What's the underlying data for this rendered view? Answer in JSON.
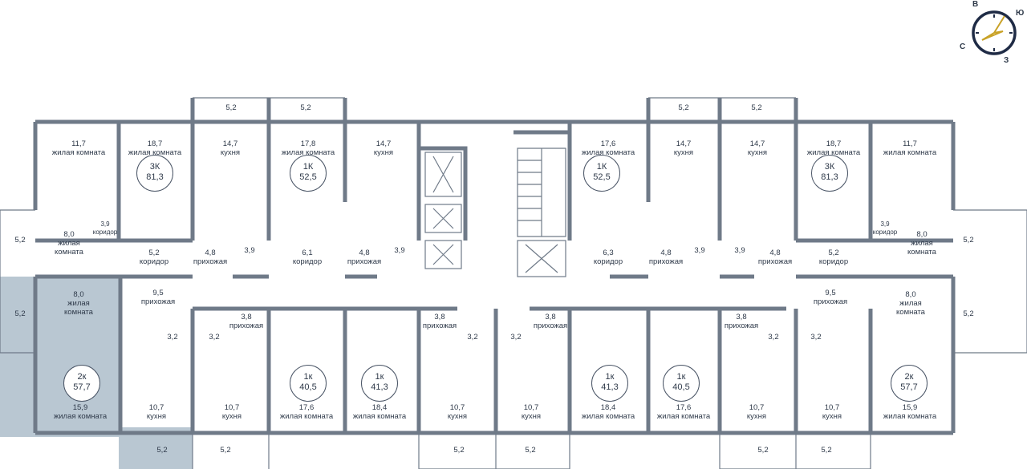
{
  "compass": {
    "north": "В",
    "east": "Ю",
    "west": "С",
    "south": "З"
  },
  "colors": {
    "wall": "#6f7a88",
    "highlight": "#b9c7d2",
    "line": "#6f7a88",
    "accent": "#c9a227",
    "navy": "#1f2b45"
  },
  "units": [
    {
      "type": "3К",
      "area": "81,3"
    },
    {
      "type": "1К",
      "area": "52,5"
    },
    {
      "type": "1К",
      "area": "52,5"
    },
    {
      "type": "3К",
      "area": "81,3"
    },
    {
      "type": "2к",
      "area": "57,7"
    },
    {
      "type": "1к",
      "area": "40,5"
    },
    {
      "type": "1к",
      "area": "41,3"
    },
    {
      "type": "1к",
      "area": "41,3"
    },
    {
      "type": "1к",
      "area": "40,5"
    },
    {
      "type": "2к",
      "area": "57,7"
    }
  ],
  "rooms": [
    {
      "area": "5,2",
      "name": ""
    },
    {
      "area": "5,2",
      "name": ""
    },
    {
      "area": "5,2",
      "name": ""
    },
    {
      "area": "5,2",
      "name": ""
    },
    {
      "area": "11,7",
      "name": "жилая комната"
    },
    {
      "area": "18,7",
      "name": "жилая комната"
    },
    {
      "area": "14,7",
      "name": "кухня"
    },
    {
      "area": "17,8",
      "name": "жилая комната"
    },
    {
      "area": "14,7",
      "name": "кухня"
    },
    {
      "area": "17,6",
      "name": "жилая комната"
    },
    {
      "area": "14,7",
      "name": "кухня"
    },
    {
      "area": "14,7",
      "name": "кухня"
    },
    {
      "area": "18,7",
      "name": "жилая комната"
    },
    {
      "area": "11,7",
      "name": "жилая комната"
    },
    {
      "area": "5,2",
      "name": ""
    },
    {
      "area": "8,0",
      "name": "жилая комната"
    },
    {
      "area": "3,9",
      "name": "коридор"
    },
    {
      "area": "5,2",
      "name": "коридор"
    },
    {
      "area": "4,8",
      "name": "прихожая"
    },
    {
      "area": "3,9",
      "name": ""
    },
    {
      "area": "6,1",
      "name": "коридор"
    },
    {
      "area": "4,8",
      "name": "прихожая"
    },
    {
      "area": "3,9",
      "name": ""
    },
    {
      "area": "6,3",
      "name": "коридор"
    },
    {
      "area": "4,8",
      "name": "прихожая"
    },
    {
      "area": "3,9",
      "name": ""
    },
    {
      "area": "3,9",
      "name": ""
    },
    {
      "area": "4,8",
      "name": "прихожая"
    },
    {
      "area": "5,2",
      "name": "коридор"
    },
    {
      "area": "3,9",
      "name": "коридор"
    },
    {
      "area": "8,0",
      "name": "жилая комната"
    },
    {
      "area": "5,2",
      "name": ""
    },
    {
      "area": "8,0",
      "name": "жилая комната"
    },
    {
      "area": "9,5",
      "name": "прихожая"
    },
    {
      "area": "5,2",
      "name": ""
    },
    {
      "area": "3,8",
      "name": "прихожая"
    },
    {
      "area": "3,2",
      "name": ""
    },
    {
      "area": "3,2",
      "name": ""
    },
    {
      "area": "3,8",
      "name": "прихожая"
    },
    {
      "area": "3,2",
      "name": ""
    },
    {
      "area": "3,2",
      "name": ""
    },
    {
      "area": "3,8",
      "name": "прихожая"
    },
    {
      "area": "3,8",
      "name": "прихожая"
    },
    {
      "area": "3,2",
      "name": ""
    },
    {
      "area": "3,2",
      "name": ""
    },
    {
      "area": "9,5",
      "name": "прихожая"
    },
    {
      "area": "8,0",
      "name": "жилая комната"
    },
    {
      "area": "5,2",
      "name": ""
    },
    {
      "area": "15,9",
      "name": "жилая комната"
    },
    {
      "area": "10,7",
      "name": "кухня"
    },
    {
      "area": "10,7",
      "name": "кухня"
    },
    {
      "area": "17,6",
      "name": "жилая комната"
    },
    {
      "area": "18,4",
      "name": "жилая комната"
    },
    {
      "area": "10,7",
      "name": "кухня"
    },
    {
      "area": "10,7",
      "name": "кухня"
    },
    {
      "area": "18,4",
      "name": "жилая комната"
    },
    {
      "area": "17,6",
      "name": "жилая комната"
    },
    {
      "area": "10,7",
      "name": "кухня"
    },
    {
      "area": "10,7",
      "name": "кухня"
    },
    {
      "area": "15,9",
      "name": "жилая комната"
    },
    {
      "area": "5,2",
      "name": ""
    },
    {
      "area": "5,2",
      "name": ""
    },
    {
      "area": "5,2",
      "name": ""
    },
    {
      "area": "5,2",
      "name": ""
    },
    {
      "area": "5,2",
      "name": ""
    },
    {
      "area": "5,2",
      "name": ""
    }
  ]
}
